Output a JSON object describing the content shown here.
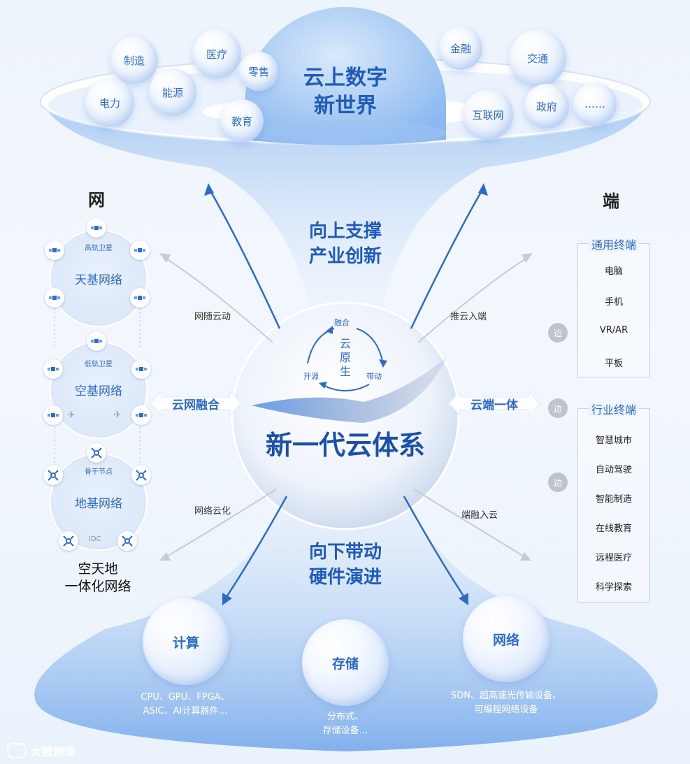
{
  "top": {
    "dome_title_line1": "云上数字",
    "dome_title_line2": "新世界",
    "industries": [
      "制造",
      "医疗",
      "零售",
      "电力",
      "能源",
      "教育",
      "金融",
      "交通",
      "互联网",
      "政府",
      "……"
    ]
  },
  "middle_top": {
    "line1": "向上支撑",
    "line2": "产业创新"
  },
  "middle_bottom": {
    "line1": "向下带动",
    "line2": "硬件演进"
  },
  "core": {
    "title": "新一代云体系",
    "cloud_native": "云原生",
    "cycle": {
      "top": "融合",
      "left": "开源",
      "right": "带动"
    }
  },
  "left": {
    "heading": "网",
    "rings": [
      {
        "sub": "高轨卫星",
        "title": "天基网络"
      },
      {
        "sub": "低轨卫星",
        "title": "空基网络"
      },
      {
        "sub": "骨干节点",
        "title": "地基网络"
      }
    ],
    "idc_label": "IDC",
    "caption_line1": "空天地",
    "caption_line2": "一体化网络",
    "bar_label": "云网融合",
    "arrow_up_label": "网随云动",
    "arrow_down_label": "网络云化"
  },
  "right": {
    "heading": "端",
    "bar_label": "云端一体",
    "arrow_up_label": "推云入端",
    "arrow_down_label": "端融入云",
    "edge_label": "边",
    "general": {
      "title": "通用终端",
      "items": [
        "电脑",
        "手机",
        "VR/AR",
        "平板"
      ]
    },
    "industry": {
      "title": "行业终端",
      "items": [
        "智慧城市",
        "自动驾驶",
        "智能制造",
        "在线教育",
        "远程医疗",
        "科学探索"
      ]
    }
  },
  "bottom": {
    "spheres": [
      {
        "title": "计算",
        "desc1": "CPU、GPU、FPGA、",
        "desc2": "ASIC、AI计算器件…"
      },
      {
        "title": "存储",
        "desc1": "分布式、",
        "desc2": "存储设备…"
      },
      {
        "title": "网络",
        "desc1": "SDN、超高速光传输设备、",
        "desc2": "可编程网络设备"
      }
    ]
  },
  "watermark": "大数跨境",
  "colors": {
    "accent": "#2f6bc4",
    "title": "#1f5bb8",
    "funnel": "#7fb0ec"
  }
}
